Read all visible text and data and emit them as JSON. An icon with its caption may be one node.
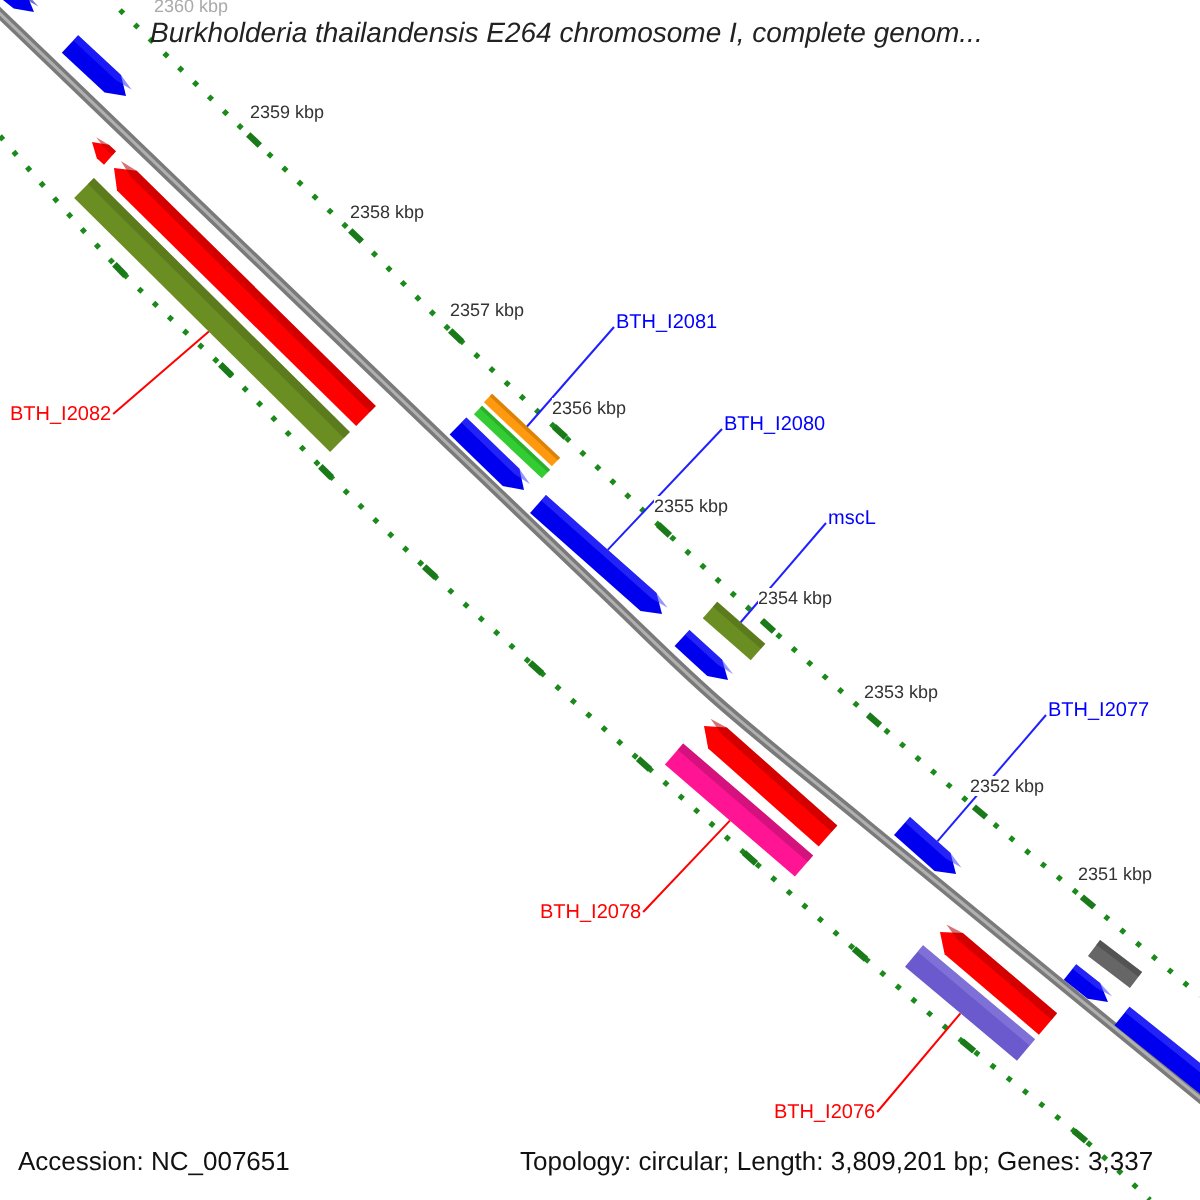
{
  "diagram": {
    "title": "Burkholderia thailandensis E264 chromosome I, complete genom...",
    "nodes": [
      {
        "text": [],
        "shape": "arrow"
      },
      {
        "text": [],
        "shape": "arrow"
      },
      {
        "text": [],
        "shape": "arrow"
      },
      {
        "text": [],
        "shape": "arrow"
      },
      {
        "text": [],
        "shape": "bar"
      },
      {
        "text": [],
        "shape": "bar"
      },
      {
        "text": [],
        "shape": "bar"
      },
      {
        "text": [],
        "shape": "arrow"
      },
      {
        "text": [],
        "shape": "arrow"
      },
      {
        "text": [],
        "shape": "bar"
      },
      {
        "text": [],
        "shape": "arrow"
      },
      {
        "text": [],
        "shape": "arrow"
      },
      {
        "text": [],
        "shape": "bar"
      },
      {
        "text": [],
        "shape": "arrow"
      },
      {
        "text": [],
        "shape": "arrow"
      },
      {
        "text": [],
        "shape": "bar"
      },
      {
        "text": [],
        "shape": "bar"
      },
      {
        "text": [],
        "shape": "arrow"
      },
      {
        "text": [],
        "shape": "bar"
      },
      {
        "text": [
          "BTH_I2082"
        ]
      },
      {
        "text": [
          "BTH_I2081"
        ]
      },
      {
        "text": [
          "BTH_I2080"
        ]
      },
      {
        "text": [
          "mscL"
        ]
      },
      {
        "text": [
          "BTH_I2078"
        ]
      },
      {
        "text": [
          "BTH_I2077"
        ]
      },
      {
        "text": [
          "BTH_I2076"
        ]
      }
    ],
    "edges": [
      {
        "from": 19,
        "to": 4,
        "arrow": "none",
        "color": "#ff0000"
      },
      {
        "from": 20,
        "to": 5,
        "arrow": "none"
      },
      {
        "from": 21,
        "to": 8,
        "arrow": "none"
      },
      {
        "from": 22,
        "to": 9,
        "arrow": "none"
      },
      {
        "from": 23,
        "to": 12,
        "arrow": "none",
        "color": "#ff0000"
      },
      {
        "from": 24,
        "to": 13,
        "arrow": "none"
      },
      {
        "from": 25,
        "to": 15,
        "arrow": "none",
        "color": "#ff0000"
      }
    ],
    "labels": [
      "2360 kbp",
      "2359 kbp",
      "2358 kbp",
      "2357 kbp",
      "2356 kbp",
      "2355 kbp",
      "2354 kbp",
      "2353 kbp",
      "2352 kbp",
      "2351 kbp",
      "Accession: NC_007651",
      "Topology: circular; Length: 3,809,201 bp; Genes: 3,337"
    ]
  }
}
